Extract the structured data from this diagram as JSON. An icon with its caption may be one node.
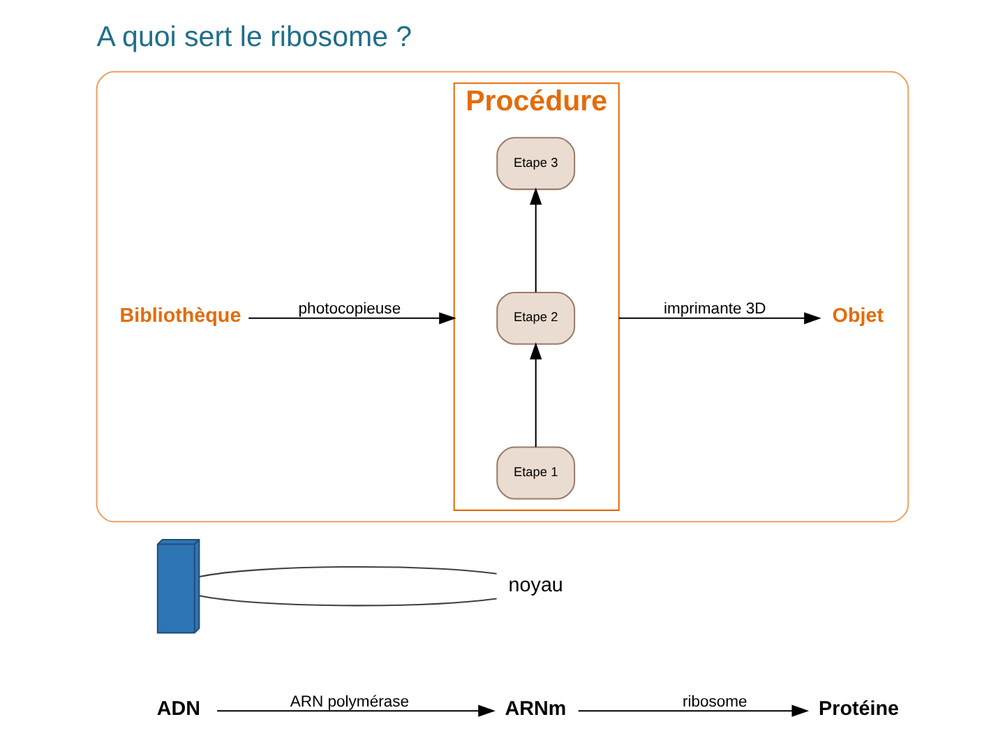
{
  "diagram": {
    "title": "A quoi sert le ribosome ?",
    "nodes": [
      {
        "text": [],
        "shape": "box"
      },
      {
        "text": [
          "Bibliothèque"
        ],
        "in": 0
      },
      {
        "text": [
          "Procédure"
        ],
        "in": 0
      },
      {
        "text": [
          "Etape 1"
        ],
        "in": 2
      },
      {
        "text": [
          "Etape 2"
        ],
        "in": 2
      },
      {
        "text": [
          "Etape 3"
        ],
        "in": 2
      },
      {
        "text": [
          "Objet"
        ],
        "in": 0
      },
      {
        "text": [
          "noyau"
        ]
      },
      {
        "text": [],
        "shape": "picture"
      },
      {
        "text": [
          "ADN"
        ]
      },
      {
        "text": [
          "ARNm"
        ]
      },
      {
        "text": [
          "Protéine"
        ]
      }
    ],
    "edges": [
      {
        "from": 3,
        "to": 4,
        "arrow": "to"
      },
      {
        "from": 4,
        "to": 5,
        "arrow": "to"
      },
      {
        "from": 1,
        "to": 2,
        "arrow": "to",
        "label": "photocopieuse"
      },
      {
        "from": 2,
        "to": 6,
        "arrow": "to",
        "label": "imprimante 3D"
      },
      {
        "from": 8,
        "to": 7,
        "arrow": "none",
        "color": "#404040"
      },
      {
        "from": 8,
        "to": 7,
        "arrow": "none",
        "color": "#404040"
      },
      {
        "from": 9,
        "to": 10,
        "arrow": "to",
        "label": "ARN polymérase"
      },
      {
        "from": 10,
        "to": 11,
        "arrow": "to",
        "label": "ribosome"
      }
    ]
  }
}
